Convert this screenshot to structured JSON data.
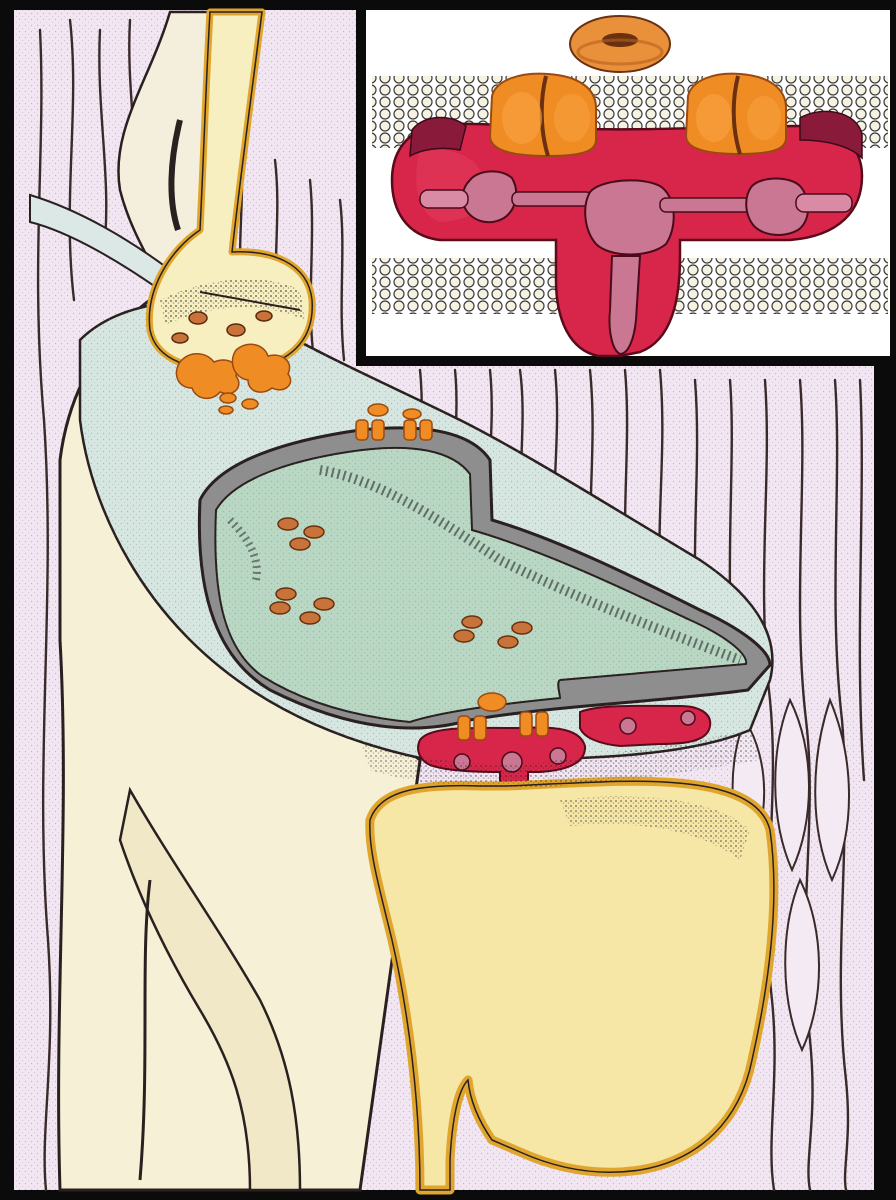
{
  "figure": {
    "title": "",
    "description_text": "",
    "colors": {
      "frame": "#0b0b0b",
      "background": "#f1e6f1",
      "fiber_stroke": "#3a2a2a",
      "cell_body": "#f6f0d6",
      "cell_shadow": "#e8dcb8",
      "matrix": "#d6e6e0",
      "lumen": "#b8d8c4",
      "membrane_gray": "#8e8e8e",
      "terminal_outline": "#e0a52c",
      "terminal_fill": "#f7efc0",
      "target_cell_fill": "#f6e7a6",
      "receptor_orange": "#f08c24",
      "receptor_dark": "#9a4a10",
      "channel_red": "#d8264a",
      "channel_pink": "#c97792",
      "lipid": "#f5f0e0",
      "inset_bg": "#ffffff"
    },
    "inset": {
      "present": true,
      "lipid_rows": 2,
      "channel_count": 1,
      "receptor_count": 2,
      "ring_ligand_count": 1
    }
  }
}
